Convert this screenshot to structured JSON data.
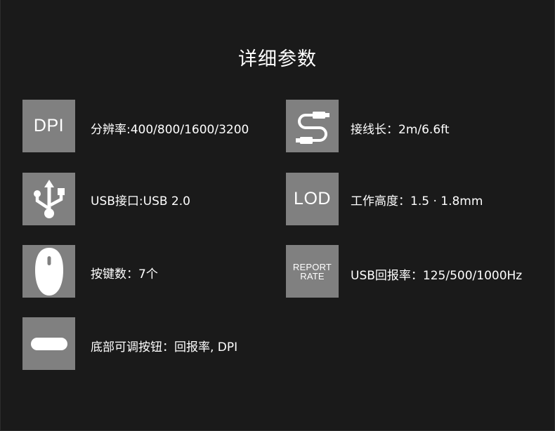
{
  "page": {
    "title": "详细参数"
  },
  "specs": {
    "dpi": {
      "icon_label": "DPI",
      "text": "分辨率:400/800/1600/3200",
      "icon": "dpi-text-icon"
    },
    "cable": {
      "text": "接线长：2m/6.6ft",
      "icon": "usb-cable-icon"
    },
    "usb": {
      "text": "USB接口:USB 2.0",
      "icon": "usb-symbol-icon"
    },
    "lod": {
      "icon_label": "LOD",
      "text": "工作高度：1.5 · 1.8mm",
      "icon": "lod-text-icon"
    },
    "buttons": {
      "text": "按键数：7个",
      "icon": "mouse-icon"
    },
    "report_rate": {
      "icon_label_line1": "REPORT",
      "icon_label_line2": "RATE",
      "text": "USB回报率：125/500/1000Hz",
      "icon": "report-rate-text-icon"
    },
    "bottom": {
      "text": "底部可调按钮：回报率, DPI",
      "icon": "bottom-button-icon"
    }
  },
  "colors": {
    "background": "#1a1a1a",
    "tile": "#808080",
    "text": "#ffffff"
  }
}
